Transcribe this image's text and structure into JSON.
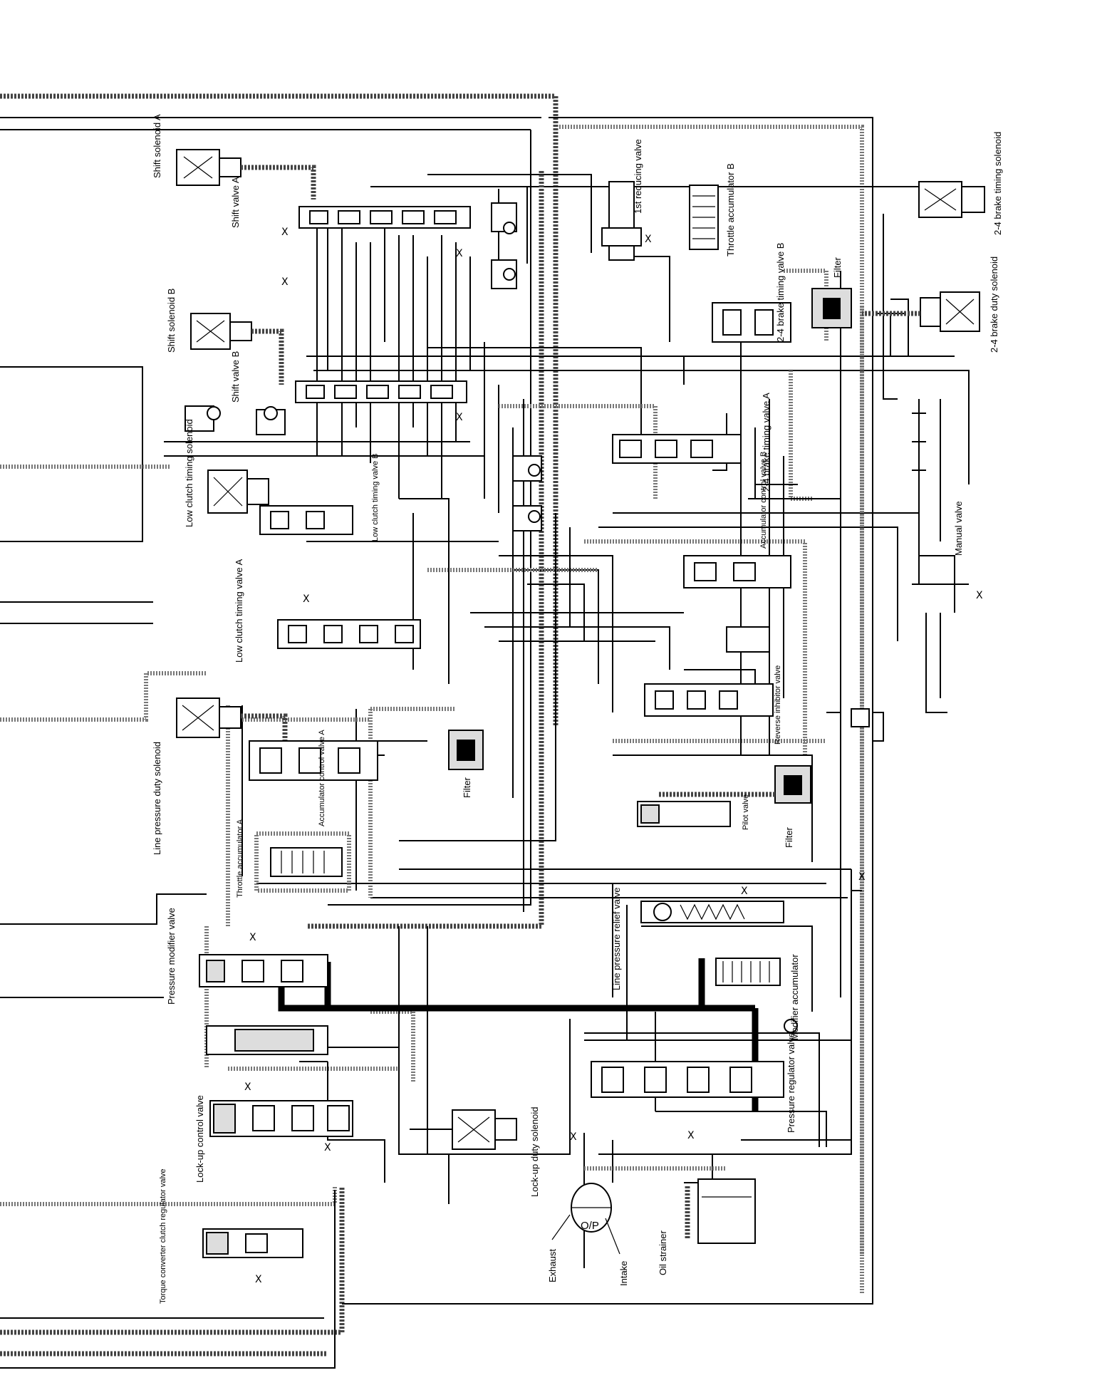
{
  "labels": {
    "shift_solenoid_a": "Shift solenoid A",
    "shift_valve_a": "Shift valve A",
    "first_reducing_valve": "1st reducing valve",
    "throttle_accumulator_b": "Throttle accumulator B",
    "brake_24_timing_solenoid": "2-4 brake timing solenoid",
    "brake_24_timing_valve_b": "2-4 brake timing valve B",
    "filter_top": "Filter",
    "brake_24_duty_solenoid": "2-4 brake duty solenoid",
    "shift_solenoid_b": "Shift solenoid B",
    "shift_valve_b": "Shift valve B",
    "brake_24_timing_valve_a": "2-4 brake timing valve A",
    "low_clutch_timing_solenoid": "Low clutch timing solenoid",
    "low_clutch_timing_valve_b": "Low clutch timing valve B",
    "accumulator_control_valve_b": "Accumulator control valve B",
    "manual_valve": "Manual valve",
    "low_clutch_timing_valve_a": "Low clutch timing valve A",
    "reverse_inhibitor_valve": "Reverse inhibitor valve",
    "line_pressure_duty_solenoid": "Line pressure duty solenoid",
    "accumulator_control_valve_a": "Accumulator control valve A",
    "filter_mid": "Filter",
    "pilot_valve": "Pilot valve",
    "filter_right": "Filter",
    "throttle_accumulator_a": "Throttle accumulator A",
    "line_pressure_relief_valve": "Line pressure relief valve",
    "pressure_modifier_valve": "Pressure modifier valve",
    "modifier_accumulator": "Modifier accumulator",
    "pressure_regulator_valve": "Pressure regulator valve",
    "lockup_control_valve": "Lock-up control valve",
    "lockup_duty_solenoid": "Lock-up duty solenoid",
    "torque_converter_clutch_regulator_valve": "Torque converter clutch regulator valve",
    "op": "O/P",
    "exhaust": "Exhaust",
    "intake": "Intake",
    "oil_strainer": "Oil strainer",
    "x": "X"
  },
  "icons": {
    "solenoid": "solenoid-icon",
    "filter": "filter-icon",
    "spring": "spring-icon",
    "pump": "pump-icon",
    "check_ball": "check-ball-icon"
  },
  "colors": {
    "line": "#000000",
    "dotted_passage": "#777777",
    "background": "#ffffff"
  }
}
